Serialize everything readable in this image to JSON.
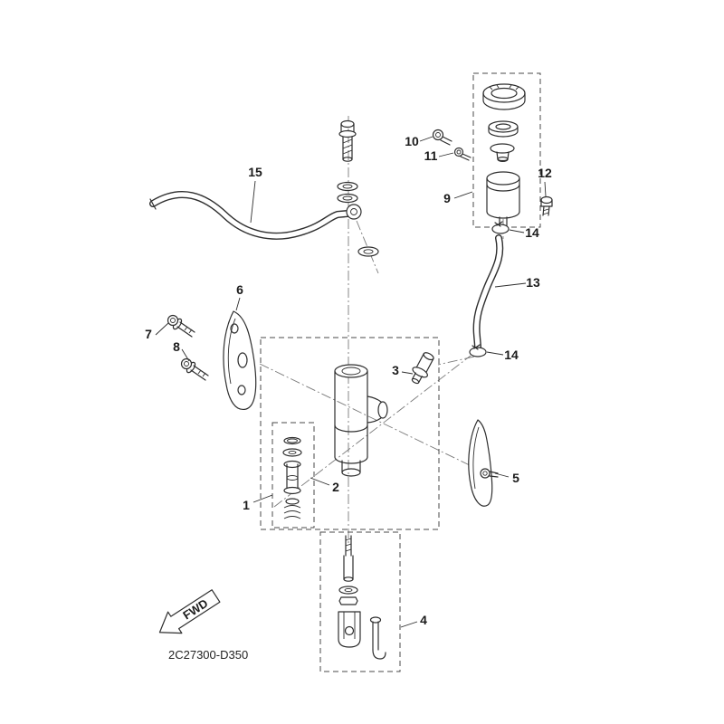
{
  "diagram": {
    "code": "2C27300-D350",
    "fwd": "FWD",
    "parts": {
      "p1": "1",
      "p2": "2",
      "p3": "3",
      "p4": "4",
      "p5": "5",
      "p6": "6",
      "p7": "7",
      "p8": "8",
      "p9": "9",
      "p10": "10",
      "p11": "11",
      "p12": "12",
      "p13": "13",
      "p14a": "14",
      "p14b": "14",
      "p15": "15"
    }
  }
}
